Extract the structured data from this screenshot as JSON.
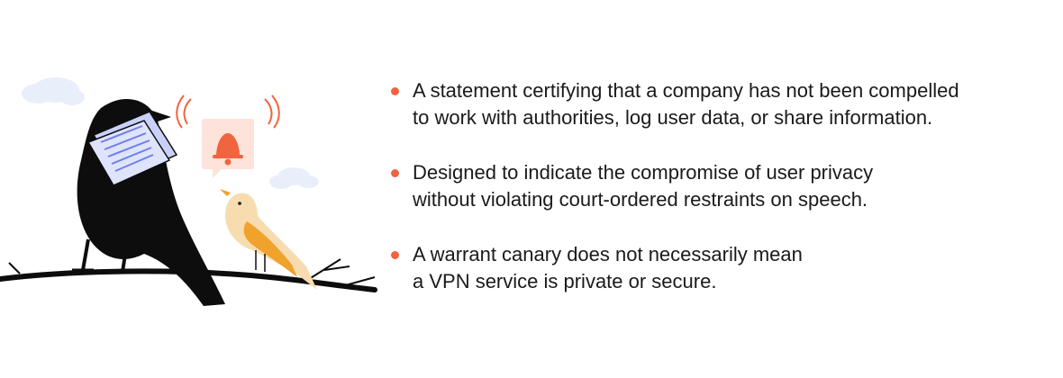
{
  "illustration": {
    "colors": {
      "crow": "#0d0d0d",
      "paper": "#c9d1fb",
      "paper_lines": "#6f7fe8",
      "bell_bubble": "#fde3d9",
      "bell": "#f0643f",
      "canary_body": "#f7dcb0",
      "canary_wing": "#f0a22d",
      "cloud": "#e9effa",
      "branch": "#0d0d0d"
    }
  },
  "bullets": [
    {
      "lines": [
        "A statement certifying that a company has not been compelled",
        "to work with authorities, log user data, or share information."
      ]
    },
    {
      "lines": [
        "Designed to indicate the compromise of user privacy",
        "without violating court-ordered restraints on speech."
      ]
    },
    {
      "lines": [
        "A warrant canary does not necessarily mean",
        "a VPN service is private or secure."
      ]
    }
  ],
  "accent_color": "#f0643f"
}
